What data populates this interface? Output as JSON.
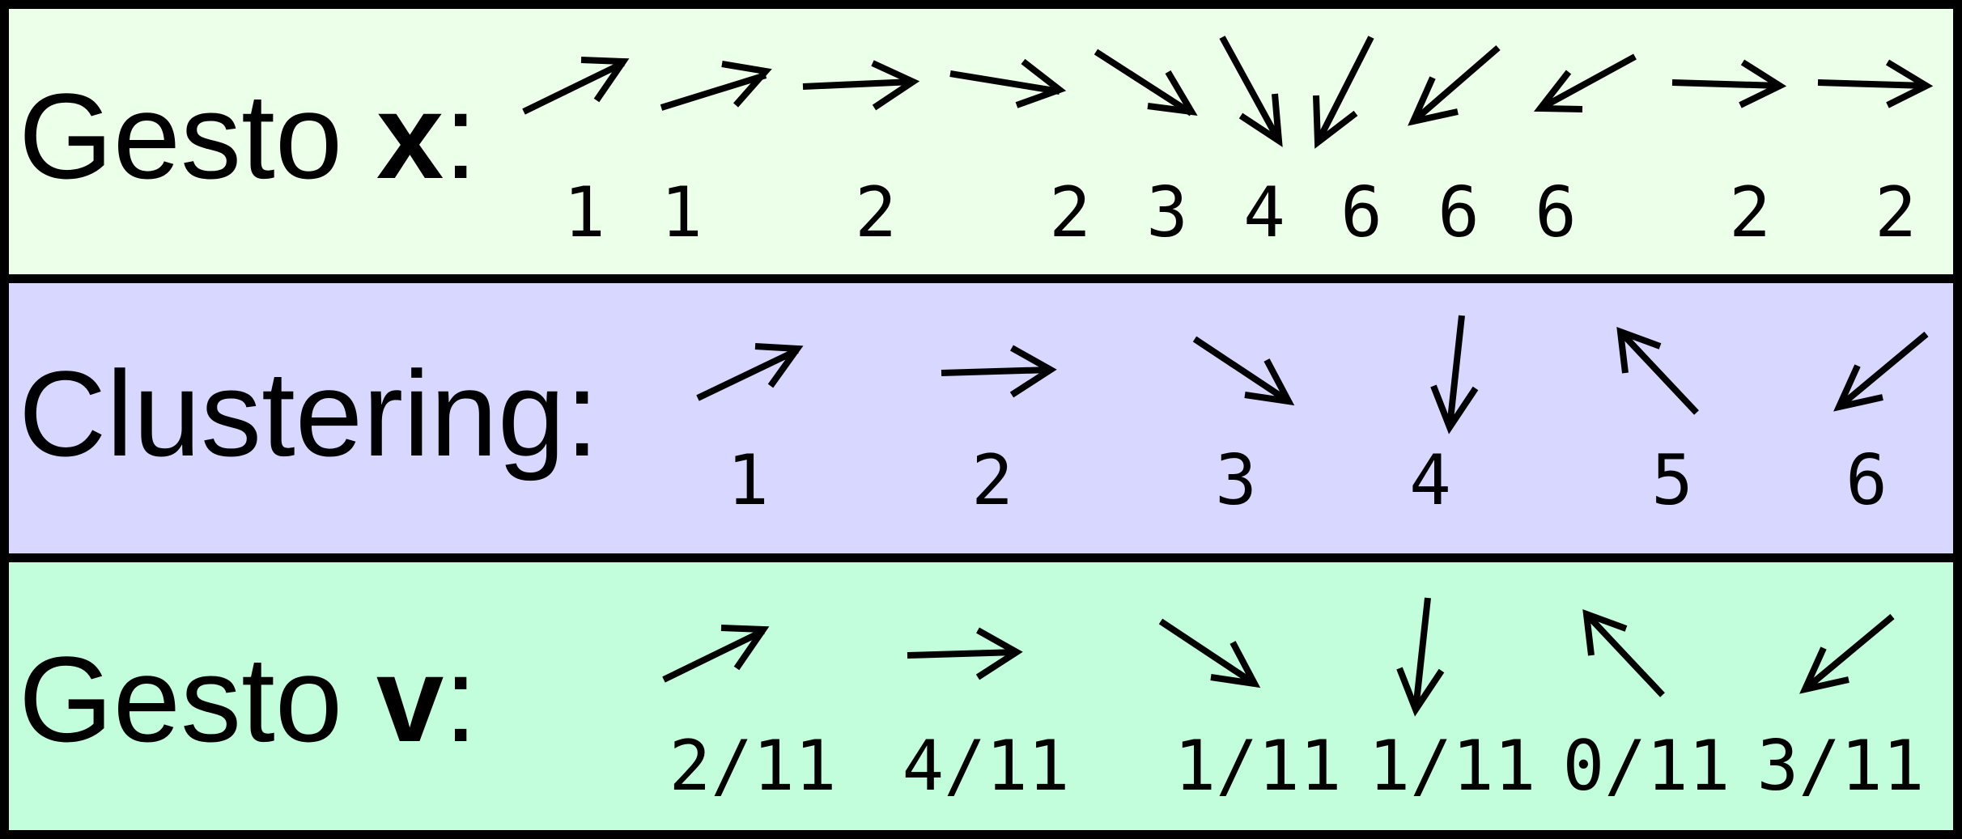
{
  "colors": {
    "row_x_bg": "#ebffe9",
    "row_clustering_bg": "#d7d7ff",
    "row_v_bg": "#c2fedb",
    "border": "#000000"
  },
  "rows": {
    "gesture_x": {
      "label_prefix": "Gesto ",
      "label_var": "x",
      "label_suffix": ":",
      "labels": [
        "1",
        "1",
        "2",
        "2",
        "3",
        "4",
        "6",
        "6",
        "6",
        "2",
        "2"
      ]
    },
    "clustering": {
      "label": "Clustering:",
      "labels": [
        "1",
        "2",
        "3",
        "4",
        "5",
        "6"
      ]
    },
    "gesture_v": {
      "label_prefix": "Gesto ",
      "label_var": "v",
      "label_suffix": ":",
      "labels": [
        "2/11",
        "4/11",
        "1/11",
        "1/11",
        "0/11",
        "3/11"
      ]
    }
  }
}
